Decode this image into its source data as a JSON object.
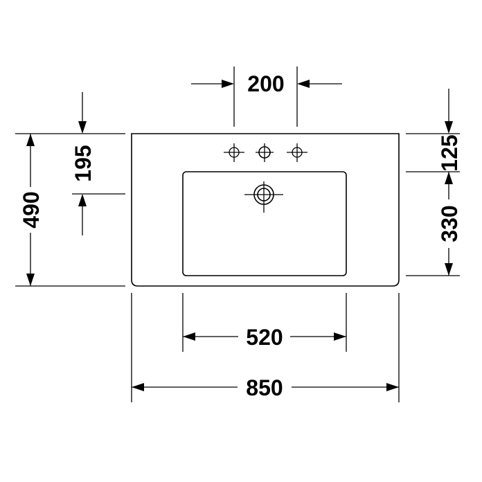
{
  "dimensions": {
    "top_hole_spacing": "200",
    "overall_depth": "490",
    "left_offset": "195",
    "right_top_offset": "125",
    "right_bowl_depth": "330",
    "bowl_width": "520",
    "overall_width": "850"
  },
  "colors": {
    "ink": "#000000",
    "background": "#ffffff"
  }
}
